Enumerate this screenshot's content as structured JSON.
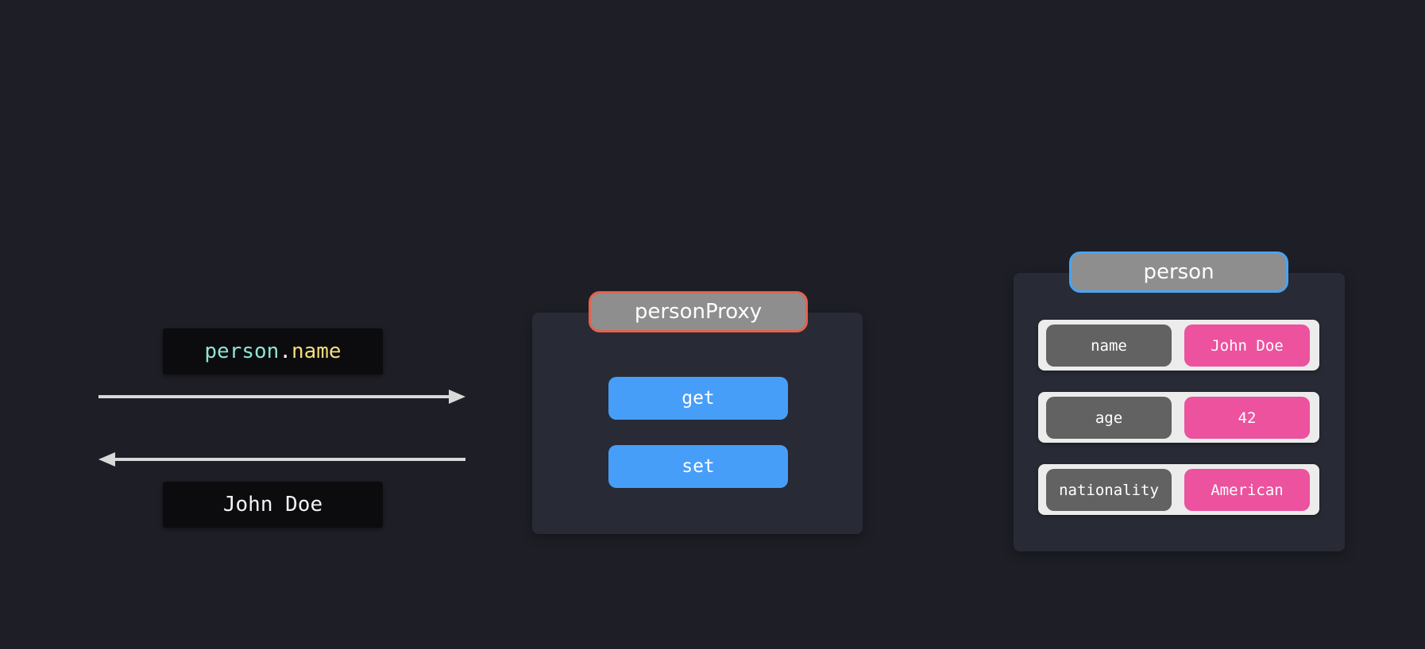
{
  "request": {
    "object": "person",
    "dot": ".",
    "property": "name"
  },
  "response": {
    "value": "John Doe"
  },
  "proxy": {
    "title": "personProxy",
    "traps": [
      "get",
      "set"
    ]
  },
  "target": {
    "title": "person",
    "properties": [
      {
        "key": "name",
        "value": "John Doe"
      },
      {
        "key": "age",
        "value": "42"
      },
      {
        "key": "nationality",
        "value": "American"
      }
    ]
  },
  "colors": {
    "background": "#1e1f26",
    "panel": "#282b35",
    "proxy_border": "#e5624d",
    "target_border": "#4aa3f0",
    "trap_button": "#479ef8",
    "property_value": "#ec529e",
    "property_key": "#626262"
  }
}
